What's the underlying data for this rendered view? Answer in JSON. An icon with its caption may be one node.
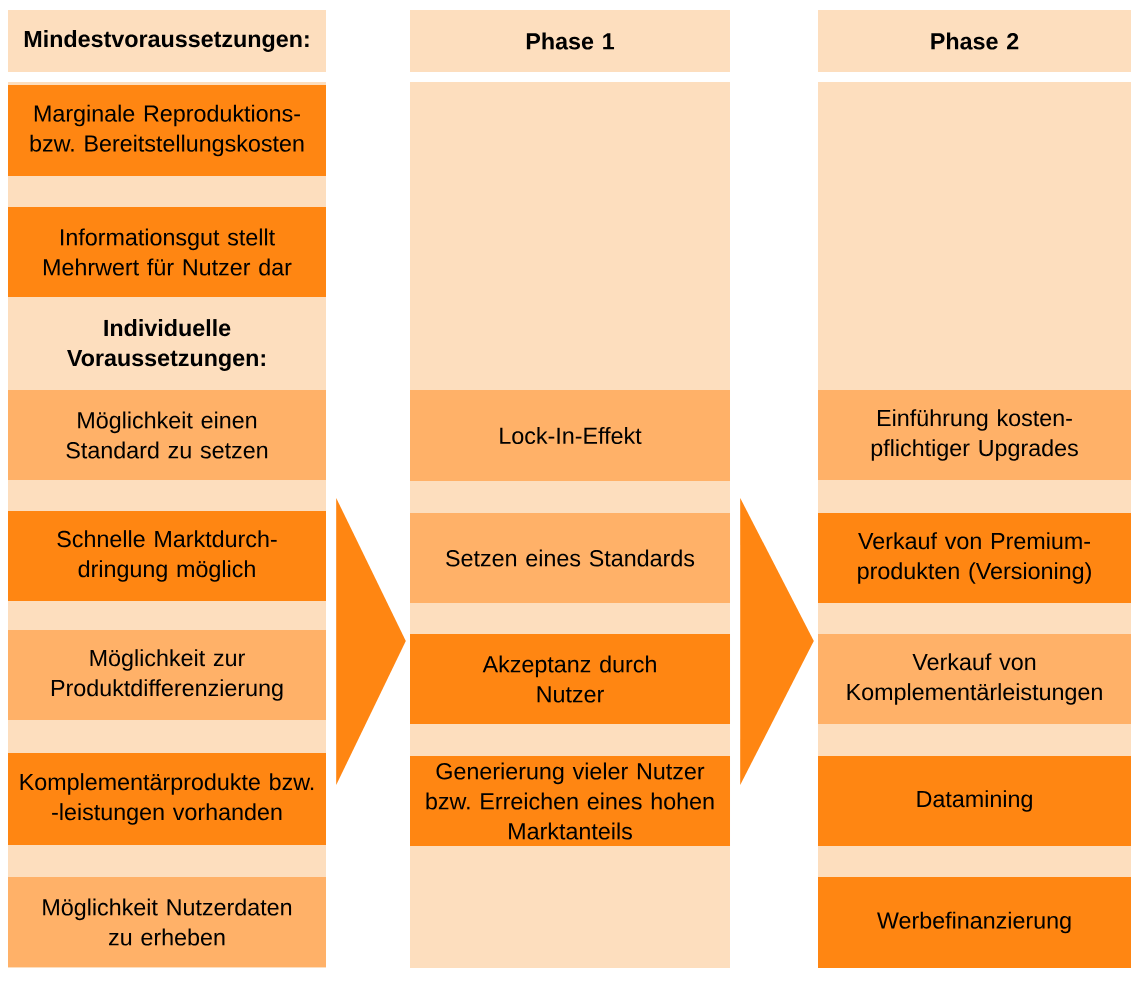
{
  "diagram": {
    "nodes": [
      {
        "text": [
          "Mindestvoraussetzungen:"
        ]
      },
      {
        "text": [
          "Individuelle Voraussetzungen:"
        ]
      },
      {
        "text": [
          "Marginale Reproduktions- bzw. Bereitstellungskosten"
        ],
        "in": 1
      },
      {
        "text": [
          "Informationsgut stellt Mehrwert für Nutzer dar"
        ],
        "in": 1
      },
      {
        "text": [
          "Möglichkeit einen Standard zu setzen"
        ],
        "in": 1
      },
      {
        "text": [
          "Schnelle Marktdurch- dringung möglich"
        ],
        "in": 1
      },
      {
        "text": [
          "Möglichkeit zur Produktdifferenzierung"
        ],
        "in": 1
      },
      {
        "text": [
          "Komplementärprodukte bzw. -leistungen vorhanden"
        ],
        "in": 1
      },
      {
        "text": [
          "Möglichkeit Nutzerdaten zu erheben"
        ],
        "in": 1
      },
      {
        "text": [
          "Phase 1"
        ]
      },
      {
        "text": [],
        "shape": "box"
      },
      {
        "text": [
          "Lock-In-Effekt"
        ],
        "in": 10
      },
      {
        "text": [
          "Setzen eines Standards"
        ],
        "in": 10
      },
      {
        "text": [
          "Akzeptanz durch Nutzer"
        ],
        "in": 10
      },
      {
        "text": [
          "Generierung vieler Nutzer bzw. Erreichen eines hohen Marktanteils"
        ],
        "in": 10
      },
      {
        "text": [
          "Phase 2"
        ]
      },
      {
        "text": [],
        "shape": "box"
      },
      {
        "text": [
          "Einführung kosten- pflichtiger Upgrades"
        ],
        "in": 16
      },
      {
        "text": [
          "Verkauf von Premium- produkten (Versioning)"
        ],
        "in": 16
      },
      {
        "text": [
          "Verkauf von Komplementärleistungen"
        ],
        "in": 16
      },
      {
        "text": [
          "Datamining"
        ],
        "in": 16
      },
      {
        "text": [
          "Werbefinanzierung"
        ],
        "in": 16
      }
    ],
    "edges": [
      {
        "from": 1,
        "to": 10,
        "arrow": "to"
      },
      {
        "from": 10,
        "to": 16,
        "arrow": "to"
      }
    ]
  }
}
